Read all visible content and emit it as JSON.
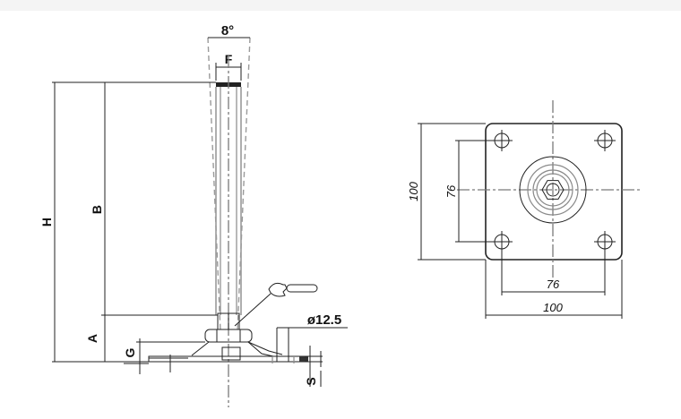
{
  "side_view": {
    "angle": "8°",
    "f": "F",
    "h": "H",
    "b": "B",
    "a": "A",
    "g": "G",
    "s": "S",
    "diameter": "ø12.5"
  },
  "top_view": {
    "width_outer": "100",
    "width_inner": "76",
    "height_outer": "100",
    "height_inner": "76"
  }
}
